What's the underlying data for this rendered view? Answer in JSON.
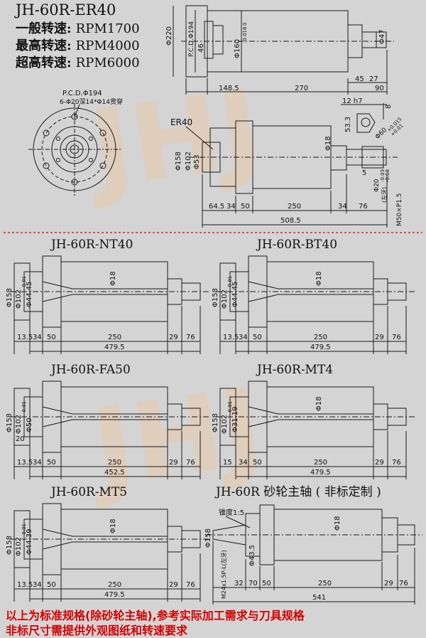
{
  "header": {
    "title": "JH-60R-ER40",
    "speeds": [
      {
        "label": "一般转速:",
        "value": "RPM1700"
      },
      {
        "label": "最高转速:",
        "value": "RPM4000"
      },
      {
        "label": "超高转速:",
        "value": "RPM6000"
      }
    ]
  },
  "watermark": "JHJ",
  "flange_view": {
    "pcd": "P.C.D.Φ194",
    "holes": "6-Φ20深14*Φ14贯穿"
  },
  "top_view": {
    "phi220": "Φ220",
    "pcd": "P.C.D.Φ194",
    "h46": "46",
    "phi160": "Φ160",
    "tol160": "-0.016",
    "tol160b": "0",
    "phi47": "Φ47",
    "d45": "45",
    "d27": "27",
    "d148": "148.5",
    "d270": "270",
    "d90": "90"
  },
  "key_detail": {
    "h7": "12 h7",
    "d8": "8",
    "d53": "53.3",
    "phi60": "Φ60",
    "tol60a": "+0.015",
    "tol60b": "+0.01"
  },
  "er40_view": {
    "label": "ER40",
    "phi158": "Φ158",
    "phi102": "Φ102",
    "phi53": "Φ53",
    "phi18": "Φ18",
    "d5": "5",
    "phi20": "Φ20",
    "tol20a": "-0.03",
    "tol20b": "-0.08",
    "thread_note": "(左牙)",
    "thread": "M50×P1.5",
    "d64": "64.5",
    "d34a": "34",
    "d50": "50",
    "d250": "250",
    "d34b": "34",
    "d76": "76",
    "total": "508.5"
  },
  "views": [
    {
      "title": "JH-60R-NT40",
      "bore": "Φ44.45",
      "phi158": "Φ158",
      "phi102": "Φ102",
      "tol": "-0.01",
      "phi18": "Φ18",
      "d13": "13.5",
      "d34": "34",
      "d50": "50",
      "d250": "250",
      "d29": "29",
      "d76": "76",
      "total": "479.5"
    },
    {
      "title": "JH-60R-BT40",
      "bore": "Φ44.45",
      "phi158": "Φ158",
      "phi102": "Φ102",
      "tol": "-0.01",
      "phi18": "Φ18",
      "d13": "13.5",
      "d34": "34",
      "d50": "50",
      "d250": "250",
      "d29": "29",
      "d76": "76",
      "total": "479.5"
    },
    {
      "title": "JH-60R-FA50",
      "bore": "Φ50",
      "phi158": "Φ158",
      "phi102": "Φ102",
      "tol": "-0.01",
      "phi18": "",
      "extra": "20",
      "d13": "13.5",
      "d34": "34",
      "d50": "50",
      "d250": "250",
      "d29": "29",
      "d76": "76",
      "total": "452.5"
    },
    {
      "title": "JH-60R-MT4",
      "bore": "Φ31.19",
      "phi158": "Φ158",
      "phi102": "Φ102",
      "tol": "-0.01",
      "phi18": "Φ18",
      "d13": "15",
      "d34": "34",
      "d50": "50",
      "d250": "250",
      "d29": "29",
      "d76": "76",
      "total": "479.5"
    },
    {
      "title": "JH-60R-MT5",
      "bore": "Φ44.39",
      "phi158": "Φ158",
      "phi102": "Φ102",
      "tol": "-0.01",
      "phi18": "Φ18",
      "d13": "13.5",
      "d34": "34",
      "d50": "50",
      "d250": "250",
      "d29": "29",
      "d76": "76",
      "total": "479.5"
    }
  ],
  "grinding": {
    "title": "JH-60R 砂轮主轴 ( 非标定制 )",
    "taper": "锥度1:5",
    "phi158": "Φ158",
    "phi43": "Φ43.5",
    "phi18": "Φ18",
    "thread": "M24x1.5P-L(左牙)",
    "d32": "32",
    "d70": "70",
    "d50": "50",
    "d250": "250",
    "d29": "29",
    "d76": "76",
    "total": "541"
  },
  "footer": {
    "line1": "以上为标准规格(除砂轮主轴),参考实际加工需求与刀具规格",
    "line2": "非标尺寸需提供外观图纸和转速要求"
  },
  "colors": {
    "background": "#d4d4d4",
    "line": "#1a1a1a",
    "accent": "#d40000",
    "watermark": "#e8c8a8"
  }
}
